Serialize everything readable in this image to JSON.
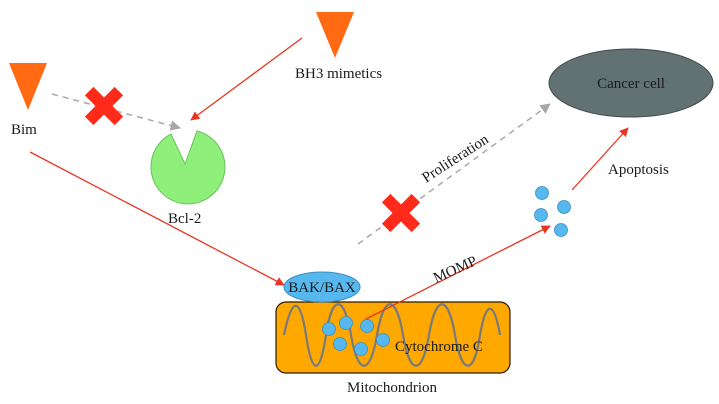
{
  "labels": {
    "bim": "Bim",
    "bh3_mimetics": "BH3 mimetics",
    "bcl2": "Bcl-2",
    "cancer_cell": "Cancer cell",
    "proliferation": "Proliferation",
    "apoptosis": "Apoptosis",
    "bak_bax": "BAK/BAX",
    "momp": "MOMP",
    "cytochrome_c": "Cytochrome C",
    "mitochondrion": "Mitochondrion"
  },
  "colors": {
    "triangle_fill": "#ff6a13",
    "bcl2_fill": "#8ef07a",
    "cancer_cell_fill": "#627272",
    "bak_bax_fill": "#56b8ee",
    "mitochondrion_fill": "#ffa800",
    "cytochrome_dot_fill": "#56b8ee",
    "red_arrow": "#e8351f",
    "blocked_arrow": "#a8a8a8",
    "block_cross": "#ff2a1a"
  }
}
